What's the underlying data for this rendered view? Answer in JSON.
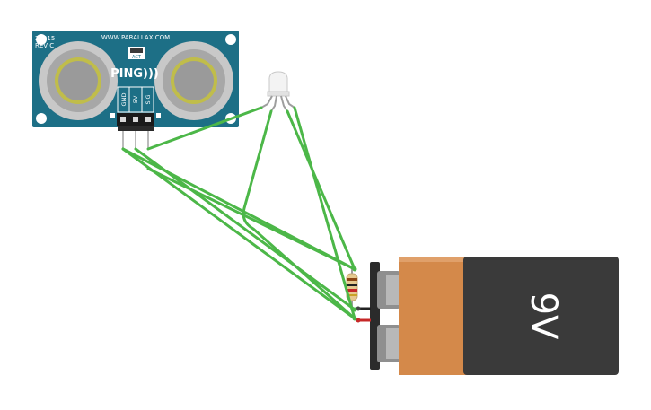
{
  "sensor": {
    "part_number": "28015",
    "revision": "REV C",
    "url": "WWW.PARALLAX.COM",
    "act_label": "ACT",
    "brand": "PING)))",
    "pins": [
      "GND",
      "5V",
      "SIG"
    ],
    "board_color": "#1d6f86"
  },
  "battery": {
    "label": "9V",
    "label_color": "#ffffff",
    "body_color": "#3a3a3a",
    "wrap_color": "#d4894a"
  },
  "wire_color": "#4cb748",
  "led": {
    "type": "rgb-led"
  },
  "resistor": {
    "type": "resistor"
  }
}
